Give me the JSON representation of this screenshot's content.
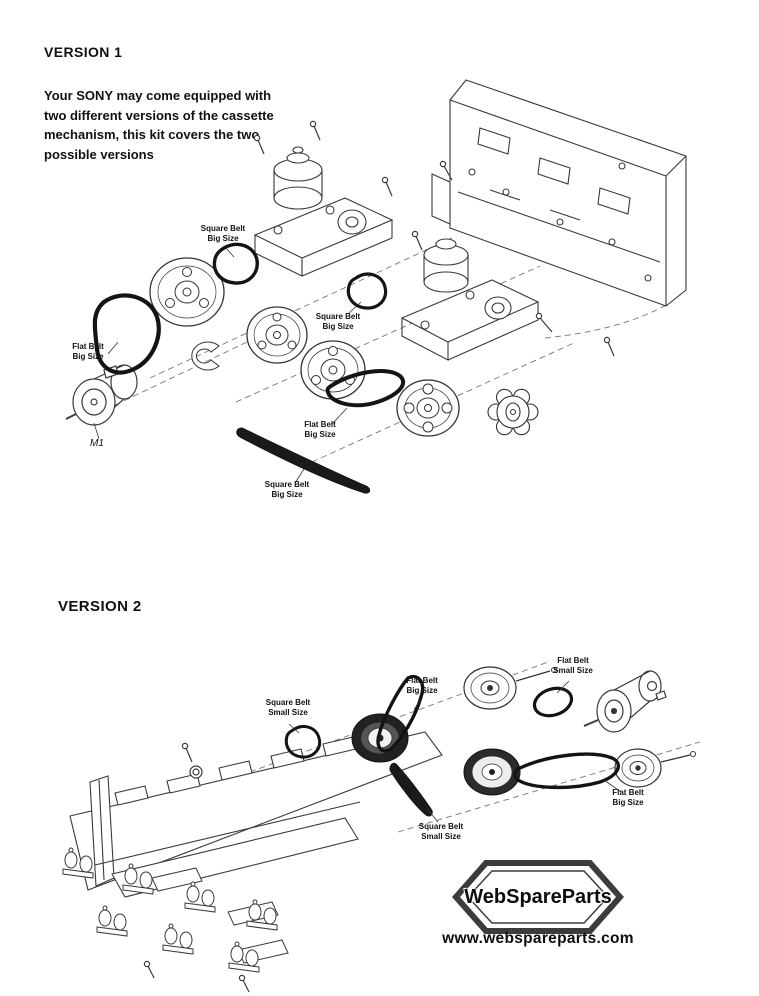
{
  "version1": {
    "heading": "VERSION 1",
    "description": "Your SONY may come equipped with\ntwo different versions of the cassette\nmechanism, this kit covers the two\npossible versions",
    "labels": {
      "square_belt_1": "Square Belt\nBig Size",
      "flat_belt_1": "Flat Belt\nBig Size",
      "motor": "M1",
      "square_belt_2": "Square Belt\nBig Size",
      "flat_belt_2": "Flat Belt\nBig Size",
      "square_belt_3": "Square Belt\nBig Size"
    }
  },
  "version2": {
    "heading": "VERSION 2",
    "labels": {
      "square_belt_small_1": "Square Belt\nSmall Size",
      "flat_belt_big_1": "Flat Belt\nBig Size",
      "flat_belt_small": "Flat Belt\nSmall Size",
      "square_belt_small_2": "Square Belt\nSmall Size",
      "flat_belt_big_2": "Flat Belt\nBig Size"
    }
  },
  "footer": {
    "brand": "WebSpareParts",
    "website": "www.webspareparts.com"
  },
  "colors": {
    "line": "#3a3a3a",
    "belt": "#141414",
    "background": "#ffffff"
  }
}
